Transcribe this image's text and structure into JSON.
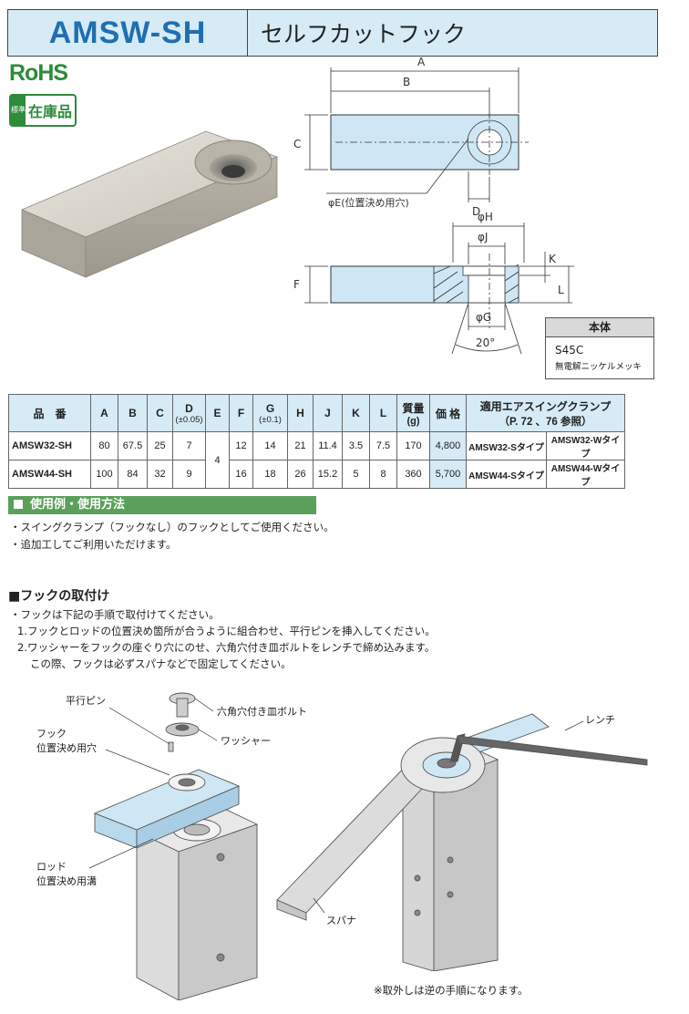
{
  "header": {
    "code": "AMSW-SH",
    "name": "セルフカットフック"
  },
  "badges": {
    "rohs": "RoHS",
    "stock_label": "標準",
    "stock_main": "在庫品"
  },
  "diagram": {
    "dim_A": "A",
    "dim_B": "B",
    "dim_C": "C",
    "dim_D": "D",
    "dim_E": "φE(位置決め用穴)",
    "dim_H": "φH",
    "dim_J": "φJ",
    "dim_K": "K",
    "dim_F": "F",
    "dim_L": "L",
    "dim_G": "φG",
    "angle": "20°"
  },
  "material": {
    "title": "本体",
    "value": "S45C",
    "finish": "無電解ニッケルメッキ"
  },
  "spec_table": {
    "headers": {
      "part": "品　番",
      "A": "A",
      "B": "B",
      "C": "C",
      "D": "D",
      "D_tol": "(±0.05)",
      "E": "E",
      "F": "F",
      "G": "G",
      "G_tol": "(±0.1)",
      "H": "H",
      "J": "J",
      "K": "K",
      "L": "L",
      "mass": "質量",
      "mass_unit": "(g)",
      "price": "価 格",
      "clamp": "適用エアスイングクランプ",
      "clamp_ref": "（P. 72 、76 参照）"
    },
    "rows": [
      {
        "part": "AMSW32-SH",
        "A": "80",
        "B": "67.5",
        "C": "25",
        "D": "7",
        "F": "12",
        "G": "14",
        "H": "21",
        "J": "11.4",
        "K": "3.5",
        "L": "7.5",
        "mass": "170",
        "price": "4,800",
        "clamp_s": "AMSW32-Sタイプ",
        "clamp_w": "AMSW32-Wタイプ"
      },
      {
        "part": "AMSW44-SH",
        "A": "100",
        "B": "84",
        "C": "32",
        "D": "9",
        "F": "16",
        "G": "18",
        "H": "26",
        "J": "15.2",
        "K": "5",
        "L": "8",
        "mass": "360",
        "price": "5,700",
        "clamp_s": "AMSW44-Sタイプ",
        "clamp_w": "AMSW44-Wタイプ"
      }
    ],
    "E_shared": "4"
  },
  "usage": {
    "title": "使用例・使用方法",
    "lines": [
      "・スイングクランプ（フックなし）のフックとしてご使用ください。",
      "・追加工してご利用いただけます。"
    ]
  },
  "install": {
    "title": "■フックの取付け",
    "lines": [
      "・フックは下記の手順で取付けてください。",
      "1.フックとロッドの位置決め箇所が合うように組合わせ、平行ピンを挿入してください。",
      "2.ワッシャーをフックの座ぐり穴にのせ、六角穴付き皿ボルトをレンチで締め込みます。",
      "この際、フックは必ずスパナなどで固定してください。"
    ]
  },
  "assembly": {
    "pin": "平行ピン",
    "bolt": "六角穴付き皿ボルト",
    "washer": "ワッシャー",
    "hook_line1": "フック",
    "hook_line2": "位置決め用穴",
    "rod_line1": "ロッド",
    "rod_line2": "位置決め用溝",
    "wrench": "レンチ",
    "spanner": "スパナ",
    "removal_note": "※取外しは逆の手順になります。"
  },
  "colors": {
    "accent_blue": "#1f6fb1",
    "light_blue": "#d6ebf6",
    "green": "#5aa05a",
    "rohs_green": "#2e8b3a"
  }
}
